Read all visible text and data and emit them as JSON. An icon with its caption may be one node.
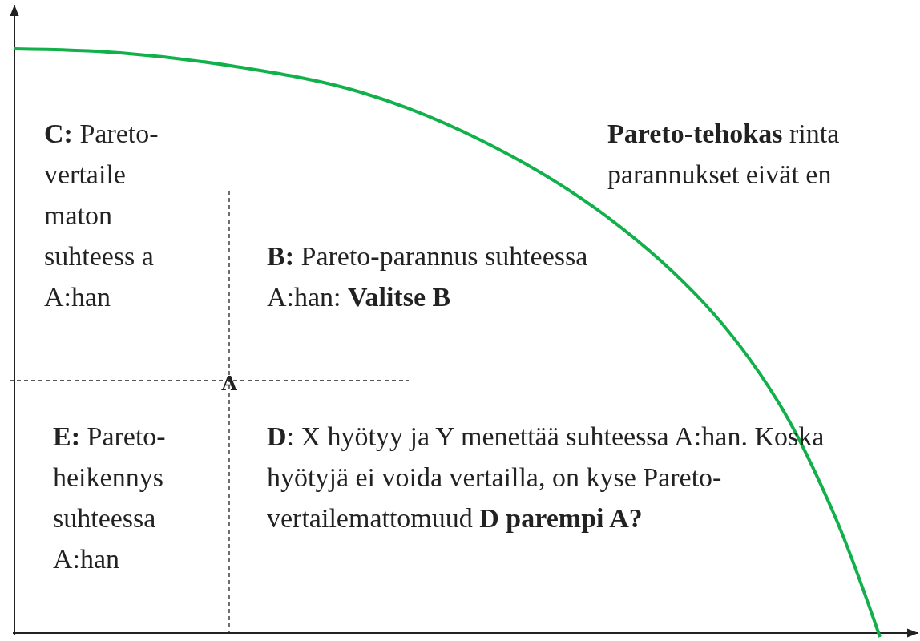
{
  "diagram": {
    "labels": [
      "**C:** Pareto-vertaile maton suhteess a A:han",
      "**Pareto-tehokas** rinta parannukset eivät en",
      "**B:** Pareto-parannus suhteessa A:han: **Valitse B**",
      "A",
      "**E:** Pareto-heikennys suhteessa A:han",
      "**D**: X hyötyy ja Y menettää suhteessa A:han. Koska hyötyjä ei voida vertailla, on kyse Pareto-vertailemattomuud **D parempi A?**"
    ]
  }
}
